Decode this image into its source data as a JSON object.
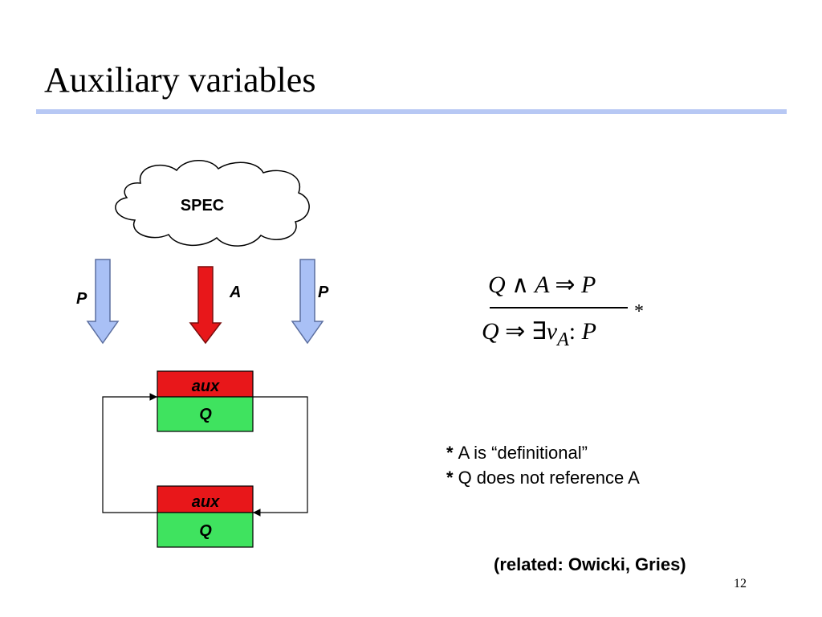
{
  "slide": {
    "title": "Auxiliary variables",
    "page_number": "12"
  },
  "diagram": {
    "cloud_label": "SPEC",
    "arrow_left_label": "P",
    "arrow_middle_label": "A",
    "arrow_right_label": "P",
    "box_top": {
      "aux_label": "aux",
      "q_label": "Q"
    },
    "box_bottom": {
      "aux_label": "aux",
      "q_label": "Q"
    },
    "colors": {
      "arrow_p": "#a9c0f5",
      "arrow_a": "#e8171a",
      "aux_fill": "#e8171a",
      "q_fill": "#3fe35f"
    }
  },
  "formula": {
    "numerator": {
      "q": "Q",
      "and": "∧",
      "a": "A",
      "implies": "⇒",
      "p": "P"
    },
    "denominator": {
      "q": "Q",
      "implies": "⇒",
      "exists": "∃",
      "v": "v",
      "sub": "A",
      "colon": ":",
      "p": "P"
    },
    "star": "*"
  },
  "notes": [
    {
      "star": "*",
      "text": "A is “definitional”"
    },
    {
      "star": "*",
      "text": "Q does not reference A"
    }
  ],
  "related": "(related: Owicki, Gries)"
}
